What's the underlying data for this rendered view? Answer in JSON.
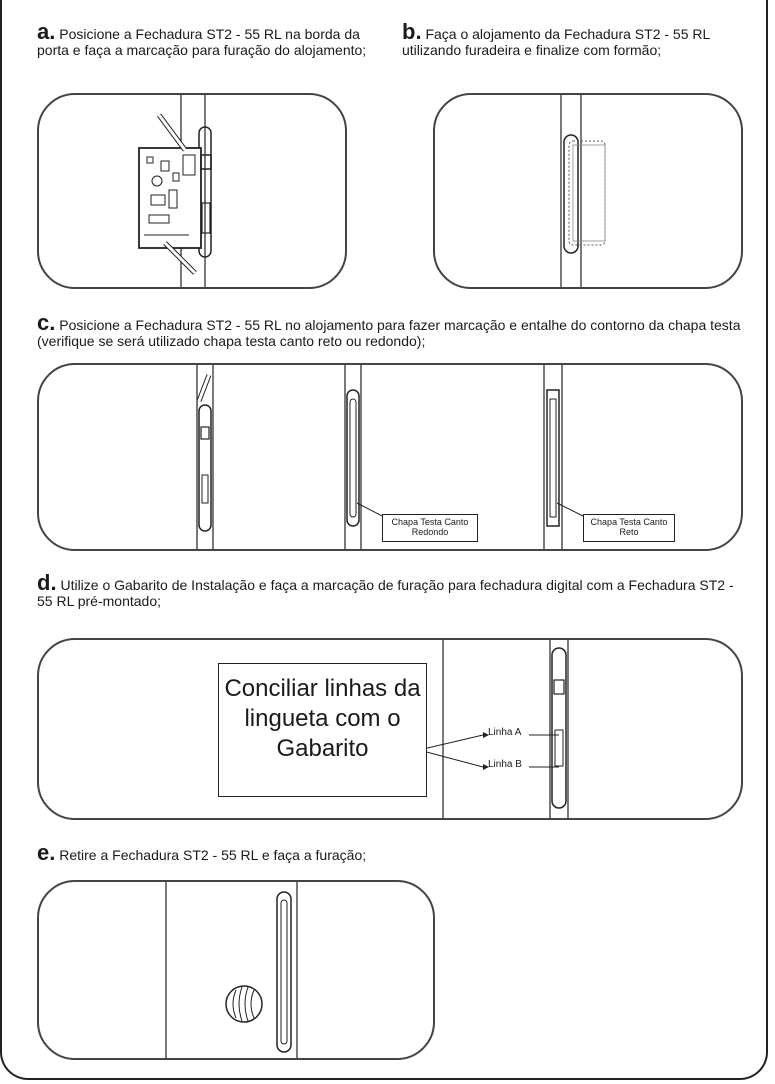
{
  "steps": {
    "a": {
      "letter": "a.",
      "text": "Posicione a Fechadura ST2 - 55 RL na borda da porta e faça a marcação para furação do alojamento;"
    },
    "b": {
      "letter": "b.",
      "text": "Faça o alojamento da Fechadura ST2 - 55 RL utilizando furadeira e finalize com formão;"
    },
    "c": {
      "letter": "c.",
      "text": "Posicione a Fechadura ST2 - 55 RL no alojamento para fazer marcação e entalhe do contorno da chapa testa (verifique se será utilizado chapa testa canto reto ou redondo);"
    },
    "d": {
      "letter": "d.",
      "text": "Utilize o Gabarito de Instalação e faça a marcação de furação para fechadura digital com a Fechadura ST2 - 55 RL pré-montado;"
    },
    "e": {
      "letter": "e.",
      "text": "Retire a Fechadura ST2 - 55 RL e faça a furação;"
    }
  },
  "callouts": {
    "rounded": "Chapa Testa Canto Redondo",
    "square": "Chapa Testa Canto Reto"
  },
  "template_note": "Conciliar linhas da lingueta com o Gabarito",
  "lines": {
    "a": "Linha A",
    "b": "Linha B"
  }
}
